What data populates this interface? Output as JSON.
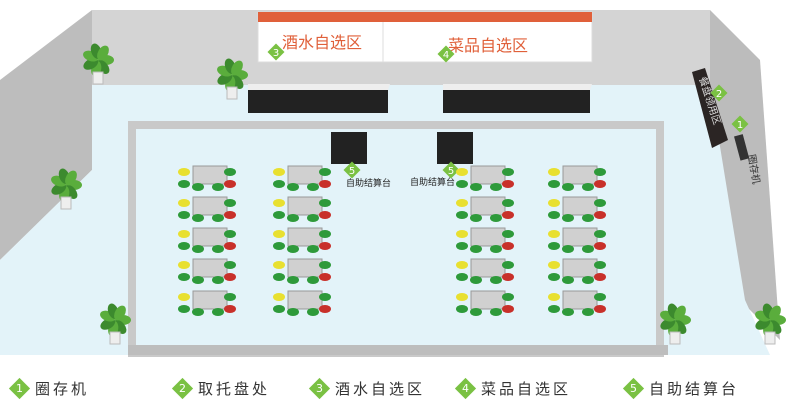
{
  "zones": {
    "wine": "酒水自选区",
    "dishes": "菜品自选区",
    "tray": "餐盘领用区",
    "locker": "圈存机",
    "checkout_left": "自助结算台",
    "checkout_right": "自助结算台"
  },
  "markers": {
    "wine": "3",
    "dishes": "4",
    "tray": "2",
    "locker": "1",
    "checkout_left": "5",
    "checkout_right": "5"
  },
  "legend": [
    {
      "num": "1",
      "label": "圈存机"
    },
    {
      "num": "2",
      "label": "取托盘处"
    },
    {
      "num": "3",
      "label": "酒水自选区"
    },
    {
      "num": "4",
      "label": "菜品自选区"
    },
    {
      "num": "5",
      "label": "自助结算台"
    }
  ],
  "colors": {
    "accent": "#7ac143",
    "banner": "#e0603a",
    "floor": "#e3f3f9",
    "wall": "#c8c8c8"
  }
}
